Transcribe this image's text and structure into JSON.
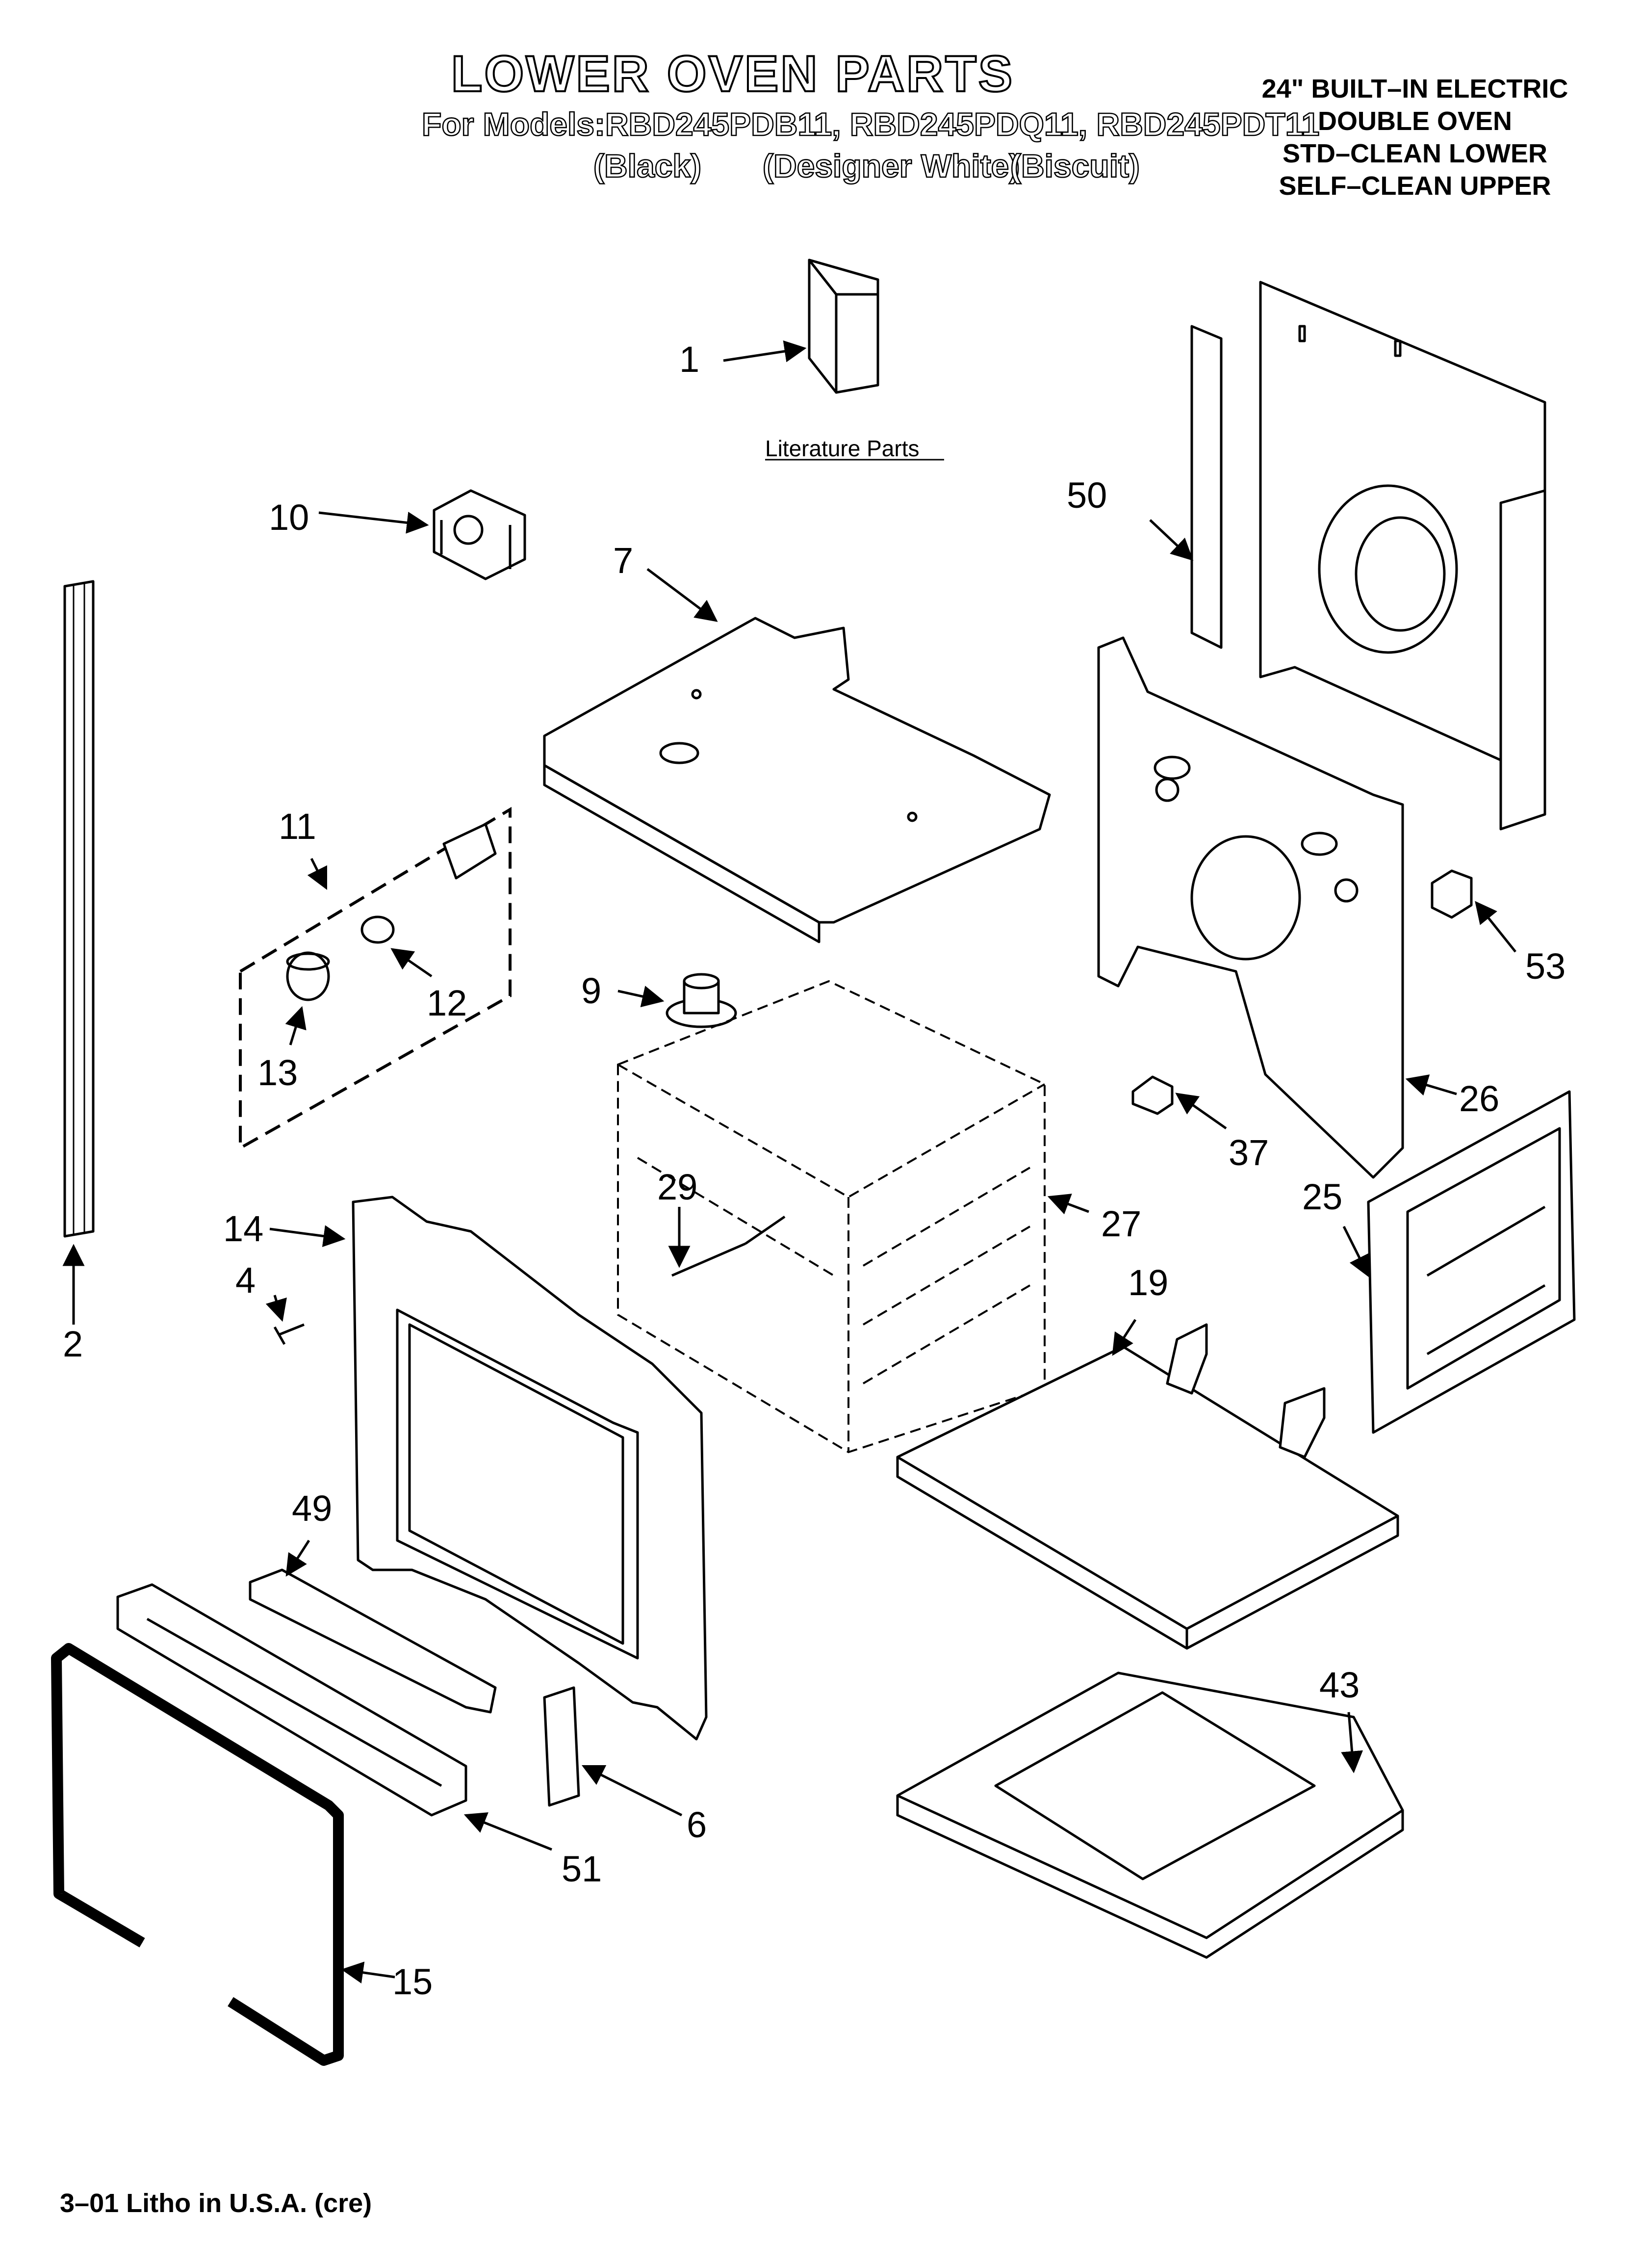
{
  "header": {
    "title": "LOWER OVEN PARTS",
    "models": "For Models:RBD245PDB11, RBD245PDQ11, RBD245PDT11",
    "color_black": "(Black)",
    "color_white": "(Designer White)",
    "color_biscuit": "(Biscuit)"
  },
  "appliance": {
    "line1": "24\" BUILT–IN ELECTRIC",
    "line2": "DOUBLE OVEN",
    "line3": "STD–CLEAN LOWER",
    "line4": "SELF–CLEAN UPPER"
  },
  "literature_label": "Literature Parts",
  "parts": [
    {
      "key": "p1",
      "label": "1"
    },
    {
      "key": "p2",
      "label": "2"
    },
    {
      "key": "p4",
      "label": "4"
    },
    {
      "key": "p6",
      "label": "6"
    },
    {
      "key": "p7",
      "label": "7"
    },
    {
      "key": "p9",
      "label": "9"
    },
    {
      "key": "p10",
      "label": "10"
    },
    {
      "key": "p11",
      "label": "11"
    },
    {
      "key": "p12",
      "label": "12"
    },
    {
      "key": "p13",
      "label": "13"
    },
    {
      "key": "p14",
      "label": "14"
    },
    {
      "key": "p15",
      "label": "15"
    },
    {
      "key": "p19",
      "label": "19"
    },
    {
      "key": "p25",
      "label": "25"
    },
    {
      "key": "p26",
      "label": "26"
    },
    {
      "key": "p27",
      "label": "27"
    },
    {
      "key": "p29",
      "label": "29"
    },
    {
      "key": "p37",
      "label": "37"
    },
    {
      "key": "p43",
      "label": "43"
    },
    {
      "key": "p49",
      "label": "49"
    },
    {
      "key": "p50",
      "label": "50"
    },
    {
      "key": "p51",
      "label": "51"
    },
    {
      "key": "p53",
      "label": "53"
    }
  ],
  "footer": "3–01 Litho in U.S.A. (cre)"
}
